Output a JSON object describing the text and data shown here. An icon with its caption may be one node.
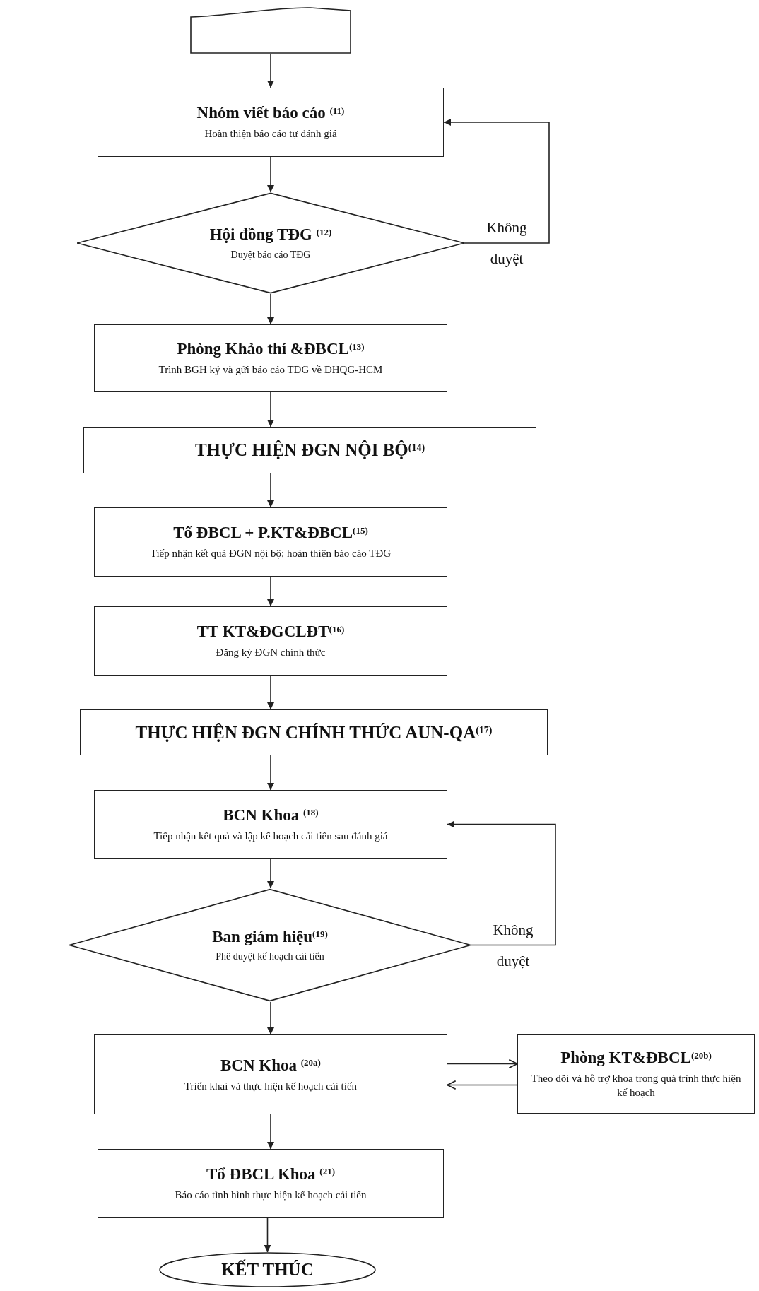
{
  "diagram": {
    "nodes": [
      {
        "text": [],
        "shape": "box"
      },
      {
        "text": [
          "Nhóm viết báo cáo $^{(11)}$",
          "Hoàn thiện báo cáo tự đánh giá"
        ]
      },
      {
        "text": [
          "Hội đồng TĐG $^{(12)}$",
          "Duyệt báo cáo TĐG"
        ]
      },
      {
        "text": [
          "Phòng Khảo thí &ĐBCL$^{(13)}$",
          "Trình BGH ký và gửi báo cáo TĐG về ĐHQG-HCM"
        ]
      },
      {
        "text": [
          "THỰC HIỆN ĐGN NỘI BỘ$^{(14)}$"
        ]
      },
      {
        "text": [
          "Tổ ĐBCL + P.KT&ĐBCL$^{(15)}$",
          "Tiếp nhận kết quả ĐGN nội bộ; hoàn thiện báo cáo TĐG"
        ]
      },
      {
        "text": [
          "TT KT&ĐGCLĐT$^{(16)}$",
          "Đăng ký ĐGN chính thức"
        ]
      },
      {
        "text": [
          "THỰC HIỆN ĐGN CHÍNH THỨC AUN-QA$^{(17)}$"
        ]
      },
      {
        "text": [
          "BCN Khoa $^{(18)}$",
          "Tiếp nhận kết quả và lập kế hoạch cải tiến sau đánh giá"
        ]
      },
      {
        "text": [
          "Ban giám hiệu$^{(19)}$",
          "Phê duyệt kế hoạch cải tiến"
        ]
      },
      {
        "text": [
          "BCN Khoa $^{(20a)}$",
          "Triển khai và thực hiện kế hoạch cải tiến"
        ]
      },
      {
        "text": [
          "Phòng KT&ĐBCL$^{(20b)}$",
          "Theo dõi và hỗ trợ khoa trong quá trình thực hiện kế hoạch"
        ]
      },
      {
        "text": [
          "Tổ ĐBCL Khoa $^{(21)}$",
          "Báo cáo tình hình thực hiện kế hoạch cải tiến"
        ]
      },
      {
        "text": [
          "KẾT THÚC"
        ]
      }
    ],
    "edges": [
      {
        "from": 0,
        "to": 1,
        "arrow": "to"
      },
      {
        "from": 1,
        "to": 2,
        "arrow": "to"
      },
      {
        "from": 2,
        "to": 1,
        "arrow": "to",
        "label": "Không duyệt"
      },
      {
        "from": 2,
        "to": 3,
        "arrow": "to"
      },
      {
        "from": 3,
        "to": 4,
        "arrow": "to"
      },
      {
        "from": 4,
        "to": 5,
        "arrow": "to"
      },
      {
        "from": 5,
        "to": 6,
        "arrow": "to"
      },
      {
        "from": 6,
        "to": 7,
        "arrow": "to"
      },
      {
        "from": 7,
        "to": 8,
        "arrow": "to"
      },
      {
        "from": 8,
        "to": 9,
        "arrow": "to"
      },
      {
        "from": 9,
        "to": 8,
        "arrow": "to",
        "label": "Không duyệt"
      },
      {
        "from": 9,
        "to": 10,
        "arrow": "to"
      },
      {
        "from": 10,
        "to": 11,
        "arrow": "to"
      },
      {
        "from": 11,
        "to": 10,
        "arrow": "to"
      },
      {
        "from": 10,
        "to": 12,
        "arrow": "to"
      },
      {
        "from": 12,
        "to": 13,
        "arrow": "to"
      }
    ]
  }
}
